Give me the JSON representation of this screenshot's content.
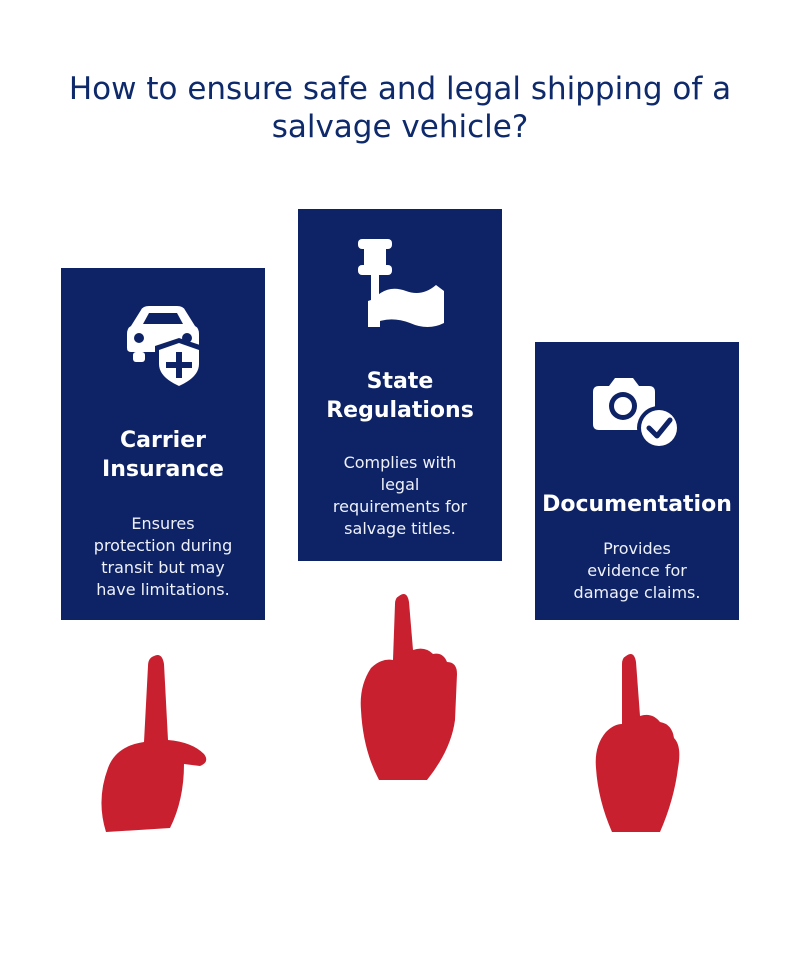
{
  "title": "How to ensure safe and legal shipping of a\nsalvage vehicle?",
  "cards": [
    {
      "icon": "car-shield-plus-icon",
      "heading": "Carrier\nInsurance",
      "description": "Ensures\nprotection during\ntransit but may\nhave limitations."
    },
    {
      "icon": "gavel-hand-icon",
      "heading": "State\nRegulations",
      "description": "Complies with\nlegal\nrequirements for\nsalvage titles."
    },
    {
      "icon": "camera-check-icon",
      "heading": "Documentation",
      "description": "Provides\nevidence for\ndamage claims."
    }
  ],
  "colors": {
    "title": "#0e2a6b",
    "card_background": "#0e2366",
    "hand": "#c8202e"
  }
}
